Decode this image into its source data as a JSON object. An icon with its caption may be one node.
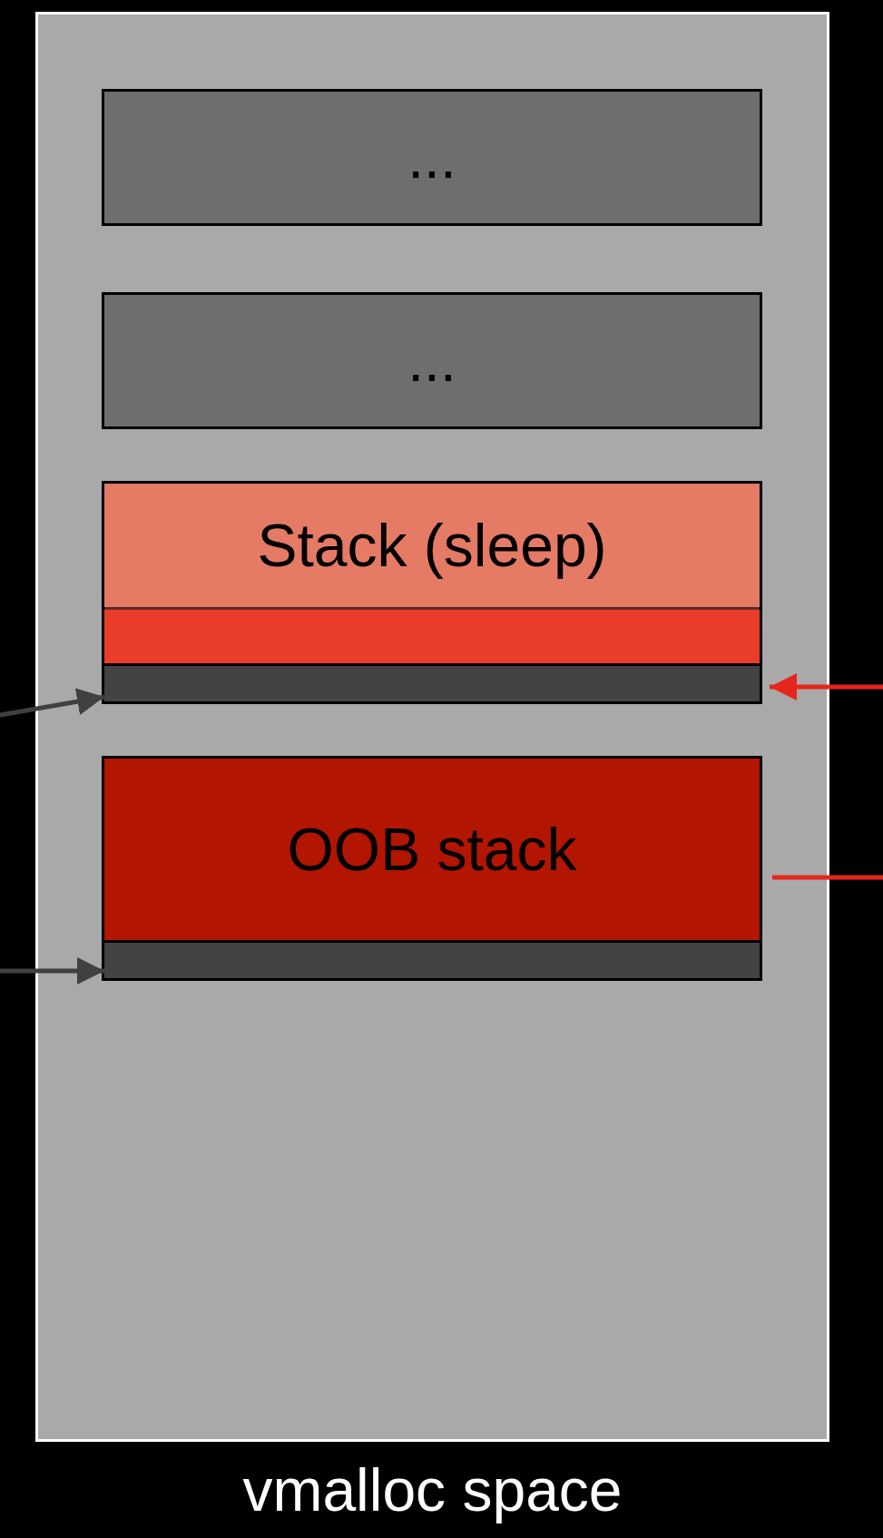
{
  "diagram": {
    "nodes": [
      {
        "text": [
          "vmalloc space"
        ]
      },
      {
        "text": [
          "..."
        ],
        "in": 0
      },
      {
        "text": [
          "..."
        ],
        "in": 0
      },
      {
        "text": [
          "Stack (sleep)"
        ],
        "in": 0
      },
      {
        "text": [],
        "shape": "bar",
        "in": 3
      },
      {
        "text": [],
        "shape": "bar",
        "in": 3
      },
      {
        "text": [
          "OOB stack"
        ],
        "in": 0
      },
      {
        "text": [],
        "shape": "bar",
        "in": 6
      }
    ],
    "edges": [
      {
        "from": null,
        "to": 5,
        "arrow": "to"
      },
      {
        "from": null,
        "to": 5,
        "arrow": "to",
        "color": "#e5261c"
      },
      {
        "from": 6,
        "to": null,
        "arrow": "none",
        "color": "#e5261c"
      },
      {
        "from": null,
        "to": 7,
        "arrow": "to"
      }
    ]
  }
}
